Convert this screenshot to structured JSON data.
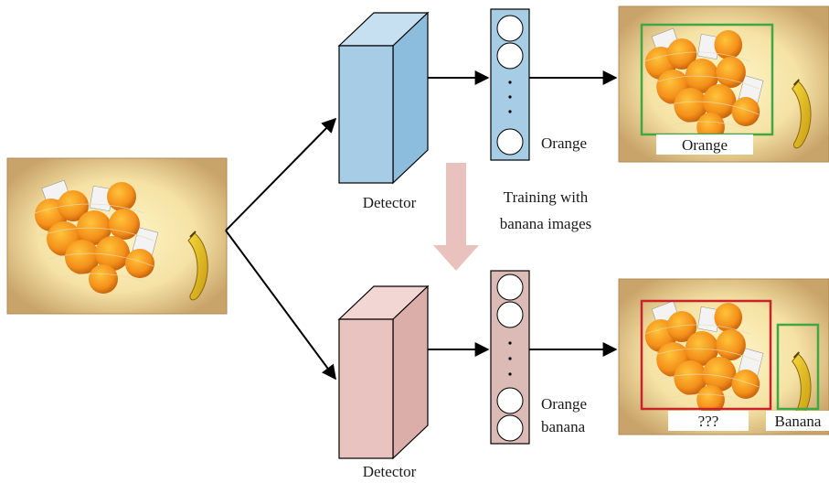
{
  "top": {
    "detector_label": "Detector",
    "output_label": "Orange",
    "box_tag": "Orange",
    "top_color": "#a6cce6",
    "output_dots": "· · ·"
  },
  "middle": {
    "training_line1": "Training with",
    "training_line2": "banana images",
    "arrow_color": "#e9c2be"
  },
  "bottom": {
    "detector_label": "Detector",
    "output_line1": "Orange",
    "output_line2": "banana",
    "box_tag_left": "???",
    "box_tag_right": "Banana",
    "bottom_color": "#e9c3bf",
    "output_dots": "· · ·"
  },
  "colors": {
    "green_box": "#3fa845",
    "red_box": "#c8232a"
  }
}
